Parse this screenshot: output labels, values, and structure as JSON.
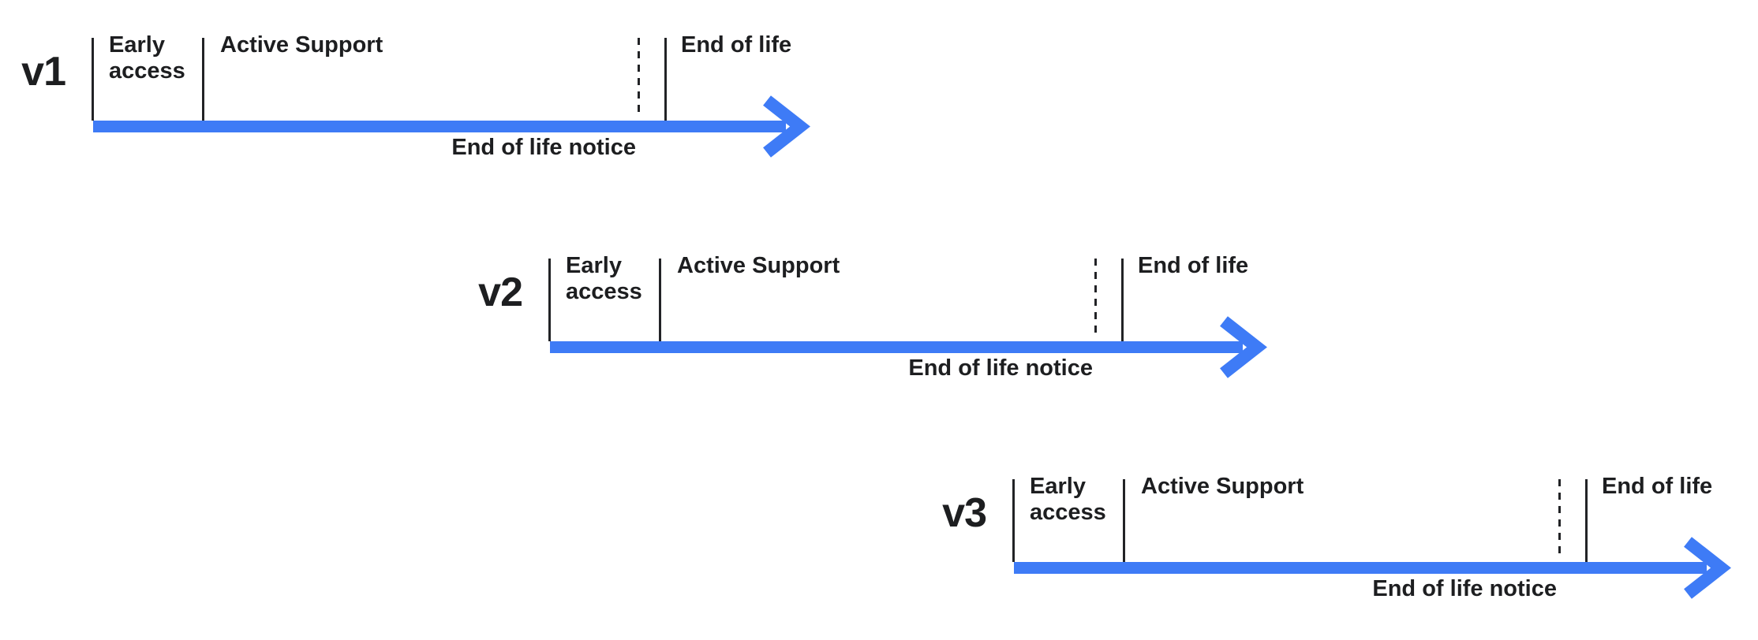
{
  "colors": {
    "background": "#ffffff",
    "arrow": "#3e7bf6",
    "tick": "#222326",
    "text": "#1d1e20"
  },
  "timelines": [
    {
      "version": "v1",
      "phases": {
        "early_access": "Early access",
        "active_support": "Active Support",
        "end_of_life": "End of life"
      },
      "notice": "End of life notice"
    },
    {
      "version": "v2",
      "phases": {
        "early_access": "Early access",
        "active_support": "Active Support",
        "end_of_life": "End of life"
      },
      "notice": "End of life notice"
    },
    {
      "version": "v3",
      "phases": {
        "early_access": "Early access",
        "active_support": "Active Support",
        "end_of_life": "End of life"
      },
      "notice": "End of life notice"
    }
  ]
}
